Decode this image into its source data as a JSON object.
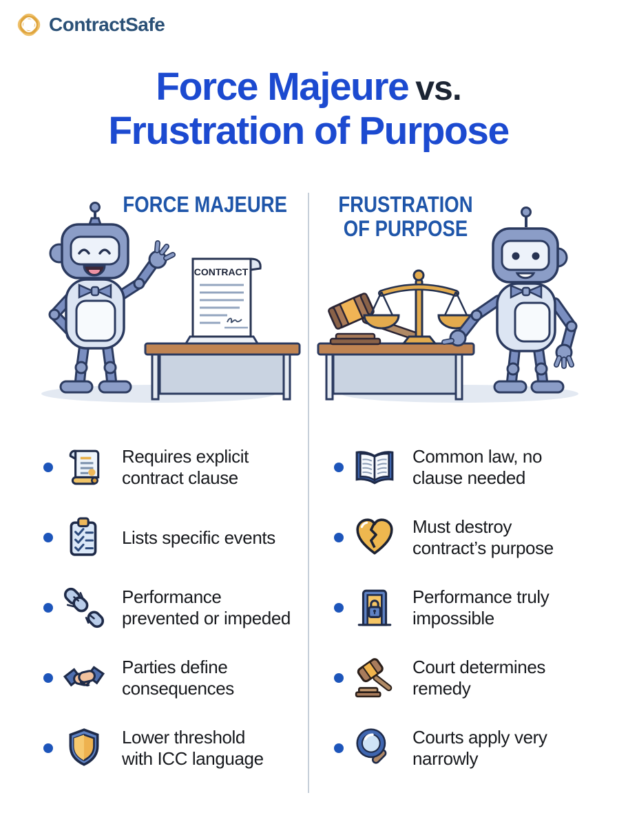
{
  "brand": {
    "name": "ContractSafe",
    "logo_icon": "knot-icon",
    "logo_color": "#e9b451",
    "wordmark_color": "#2a5076"
  },
  "title": {
    "part1": "Force Majeure",
    "separator": "vs.",
    "part2": "Frustration of Purpose"
  },
  "colors": {
    "title_blue": "#1c4ad0",
    "header_blue": "#1e55a9",
    "bullet_dot_blue": "#1d55ba",
    "item_text": "#17191d",
    "accent_gold": "#eeb24f",
    "divider_gray": "#c6cfd9"
  },
  "left_column": {
    "header": "FORCE MAJEURE",
    "scene": {
      "description": "happy robot presenting a signed contract on a desk",
      "document_label": "CONTRACT"
    },
    "items": [
      {
        "icon": "scroll-icon",
        "text": "Requires explicit\ncontract clause"
      },
      {
        "icon": "checklist-icon",
        "text": "Lists specific events"
      },
      {
        "icon": "broken-chain-icon",
        "text": "Performance\nprevented or impeded"
      },
      {
        "icon": "handshake-icon",
        "text": "Parties define\nconsequences"
      },
      {
        "icon": "shield-icon",
        "text": "Lower threshold\nwith ICC language"
      }
    ]
  },
  "right_column": {
    "header": "FRUSTRATION OF PURPOSE",
    "scene": {
      "description": "smiling robot beside desk with gavel and scales of justice"
    },
    "items": [
      {
        "icon": "open-book-icon",
        "text": "Common law, no\nclause needed"
      },
      {
        "icon": "broken-heart-icon",
        "text": "Must destroy\ncontract’s purpose"
      },
      {
        "icon": "locked-door-icon",
        "text": "Performance truly\nimpossible"
      },
      {
        "icon": "gavel-icon",
        "text": "Court determines\nremedy"
      },
      {
        "icon": "magnifier-icon",
        "text": "Courts apply very\nnarrowly"
      }
    ]
  }
}
